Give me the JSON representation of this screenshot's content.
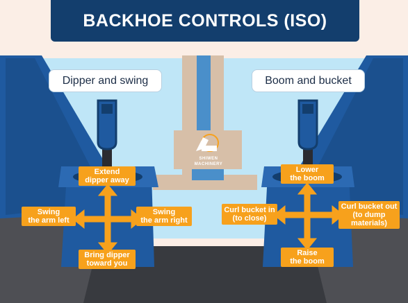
{
  "title": "BACKHOE CONTROLS (ISO)",
  "left_panel": {
    "label": "Dipper and swing",
    "up": "Extend\ndipper away",
    "down": "Bring dipper\ntoward you",
    "left": "Swing\nthe arm left",
    "right": "Swing\nthe arm right"
  },
  "right_panel": {
    "label": "Boom and bucket",
    "up": "Lower\nthe boom",
    "down": "Raise\nthe boom",
    "left": "Curl bucket in\n(to close)",
    "right": "Curl bucket out\n(to dump\nmaterials)"
  },
  "logo": {
    "line1": "SHIWEN",
    "line2": "MACHINERY"
  },
  "colors": {
    "navy": "#133e6d",
    "orange": "#f7a11c",
    "sky": "#bfe6f7",
    "blue": "#1f5aa0"
  }
}
